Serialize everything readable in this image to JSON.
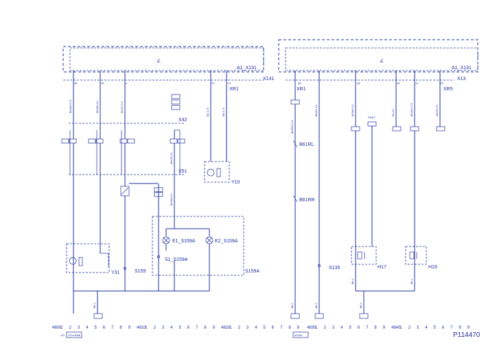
{
  "modules": {
    "left": {
      "label": "A1_X131",
      "connector": "X131",
      "symbol": "∠"
    },
    "right": {
      "label": "A1_X131",
      "connector": "X13",
      "symbol": "∠"
    }
  },
  "connectors": {
    "xr1_left": "XR1",
    "xr1_right": "XR1",
    "xr5": "XR5",
    "x42": "X42",
    "x51": "X51"
  },
  "left_pins_top": [
    "35",
    "25",
    "4",
    "22",
    "37"
  ],
  "right_pins_top": [
    "28",
    "48",
    "49",
    "11",
    "23"
  ],
  "components": {
    "y10": "Y10",
    "y31": "Y31",
    "s159": "S159",
    "s159a": "S159A",
    "e1": "E1_S159A",
    "e2": "E2_S159A",
    "s1": "S1_S159A",
    "b61rl": "B61RL",
    "b61rr": "B61RR",
    "s135": "S135",
    "h17": "H17",
    "h16": "H16"
  },
  "left_wires": [
    "BN/WH 0.75",
    "BN/WH 0.5",
    "BU/GY 0.5",
    "WH/YE 0.5",
    "BU/WH 0.5",
    "BU 0.75",
    "BN 0.75"
  ],
  "right_wires": [
    "BN/WH 0.75",
    "BN/GY 0.5",
    "BU/WH 0.5",
    "BU 0.5",
    "BN/WH 0.75",
    "GN/YE 0.5"
  ],
  "ground_labels": [
    "BN 4",
    "BN 4",
    "BN 4",
    "BN 4",
    "BN 4",
    "BN 4"
  ],
  "ruler": {
    "left": [
      "4800",
      "1",
      "2",
      "3",
      "4",
      "5",
      "6",
      "7",
      "8",
      "9",
      "4810",
      "1",
      "2",
      "3",
      "4",
      "5",
      "6",
      "7",
      "8",
      "9",
      "4820",
      "1",
      "2",
      "3",
      "4",
      "5",
      "6",
      "7",
      "8",
      "9"
    ],
    "right": [
      "4830",
      "1",
      "2",
      "3",
      "4",
      "5",
      "6",
      "7",
      "8",
      "9",
      "4840",
      "1",
      "2",
      "3",
      "4",
      "5",
      "6",
      "7",
      "8",
      "9"
    ],
    "left_tag": "CD+HDMI",
    "right_tag": "ATWU"
  },
  "page_id": "P114470"
}
